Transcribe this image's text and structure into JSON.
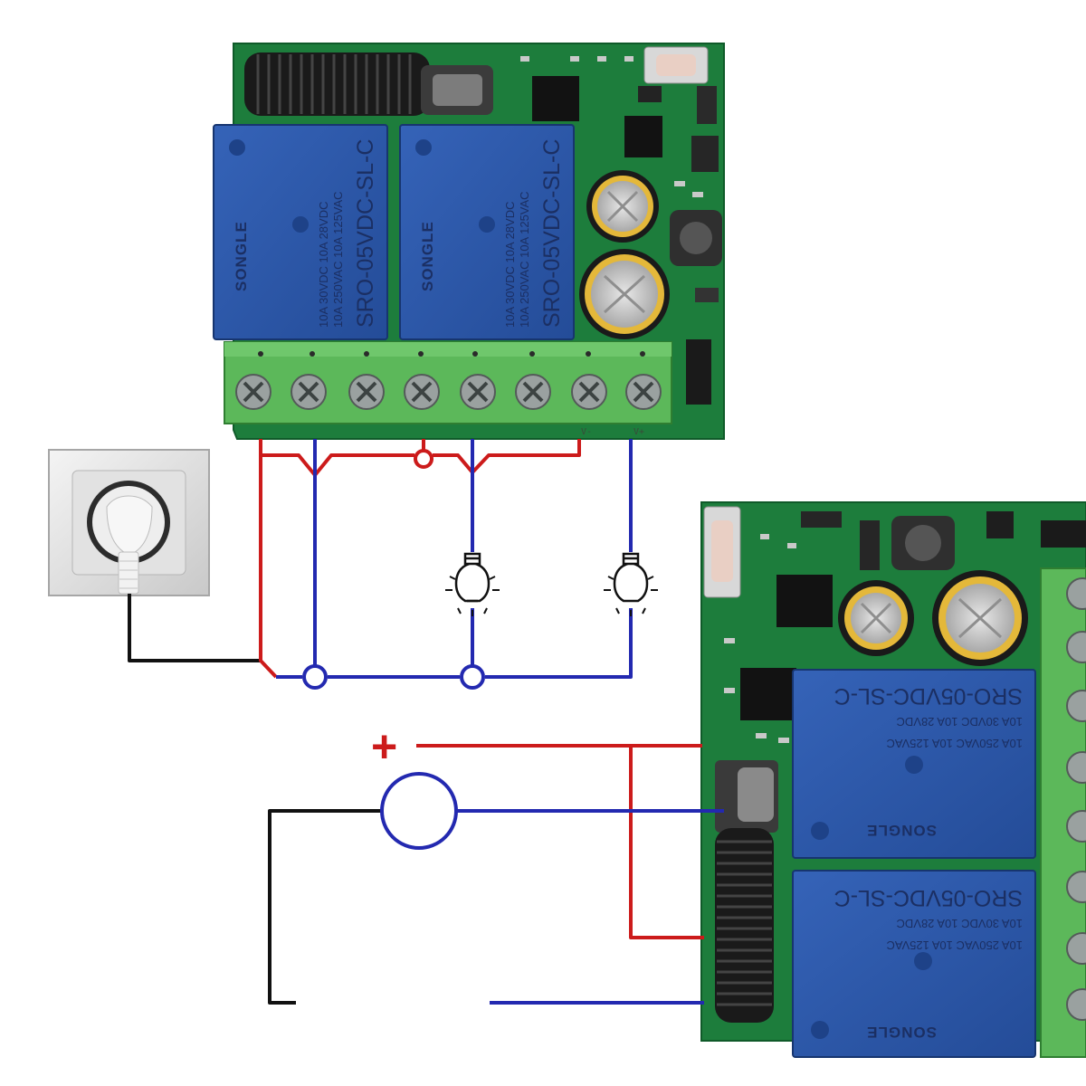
{
  "relay": {
    "model": "SRO-05VDC-SL-C",
    "brand": "SONGLE",
    "spec_line1": "10A 250VAC 10A 125VAC",
    "spec_line2": "10A 30VDC 10A 28VDC"
  },
  "terminal_labels": [
    "",
    "",
    "",
    "",
    "",
    "",
    "V-",
    "V+"
  ],
  "power_symbol": "+",
  "colors": {
    "pcb": "#1c7a3a",
    "relay": "#2b56a8",
    "terminal_block": "#5db85a",
    "wire_live": "#cc1b1b",
    "wire_neutral": "#2329b0",
    "wire_ground": "#111111"
  },
  "components": {
    "upper_module": "2-channel relay receiver board",
    "lower_module": "2-channel relay receiver board",
    "socket": "wall socket with plug",
    "lamps": 2,
    "motor": "circle load"
  }
}
